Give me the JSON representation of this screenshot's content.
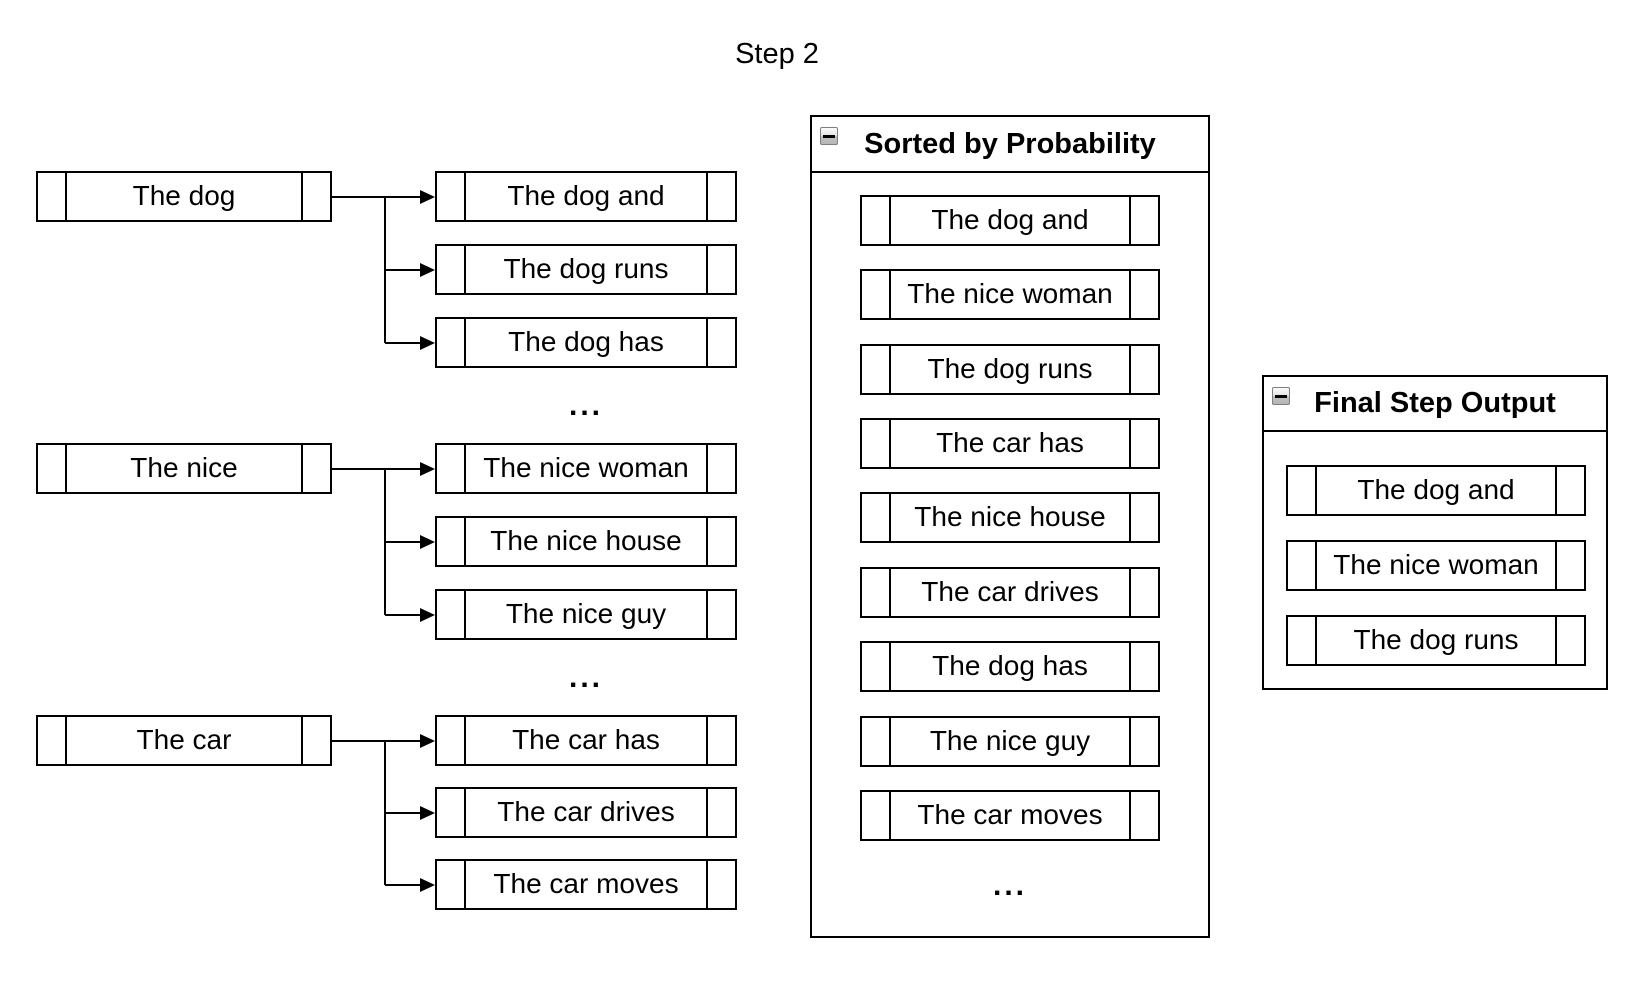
{
  "title": "Step 2",
  "tree": {
    "ellipsis": "...",
    "groups": [
      {
        "parent": "The dog",
        "children": [
          "The dog and",
          "The dog runs",
          "The dog has"
        ]
      },
      {
        "parent": "The nice",
        "children": [
          "The nice woman",
          "The nice house",
          "The nice guy"
        ]
      },
      {
        "parent": "The car",
        "children": [
          "The car has",
          "The car drives",
          "The car moves"
        ]
      }
    ]
  },
  "sorted_panel": {
    "title": "Sorted by Probability",
    "collapse_icon": "minus",
    "items": [
      "The dog and",
      "The nice woman",
      "The dog runs",
      "The car has",
      "The nice house",
      "The car drives",
      "The dog has",
      "The nice guy",
      "The car moves"
    ],
    "ellipsis": "..."
  },
  "final_panel": {
    "title": "Final Step Output",
    "collapse_icon": "minus",
    "items": [
      "The dog and",
      "The nice woman",
      "The dog runs"
    ]
  },
  "colors": {
    "line": "#000000",
    "box_fill": "#ffffff",
    "background": "#ffffff",
    "collapse_button_border": "#7f7f7f",
    "collapse_button_fill": "#d9d9d9"
  }
}
